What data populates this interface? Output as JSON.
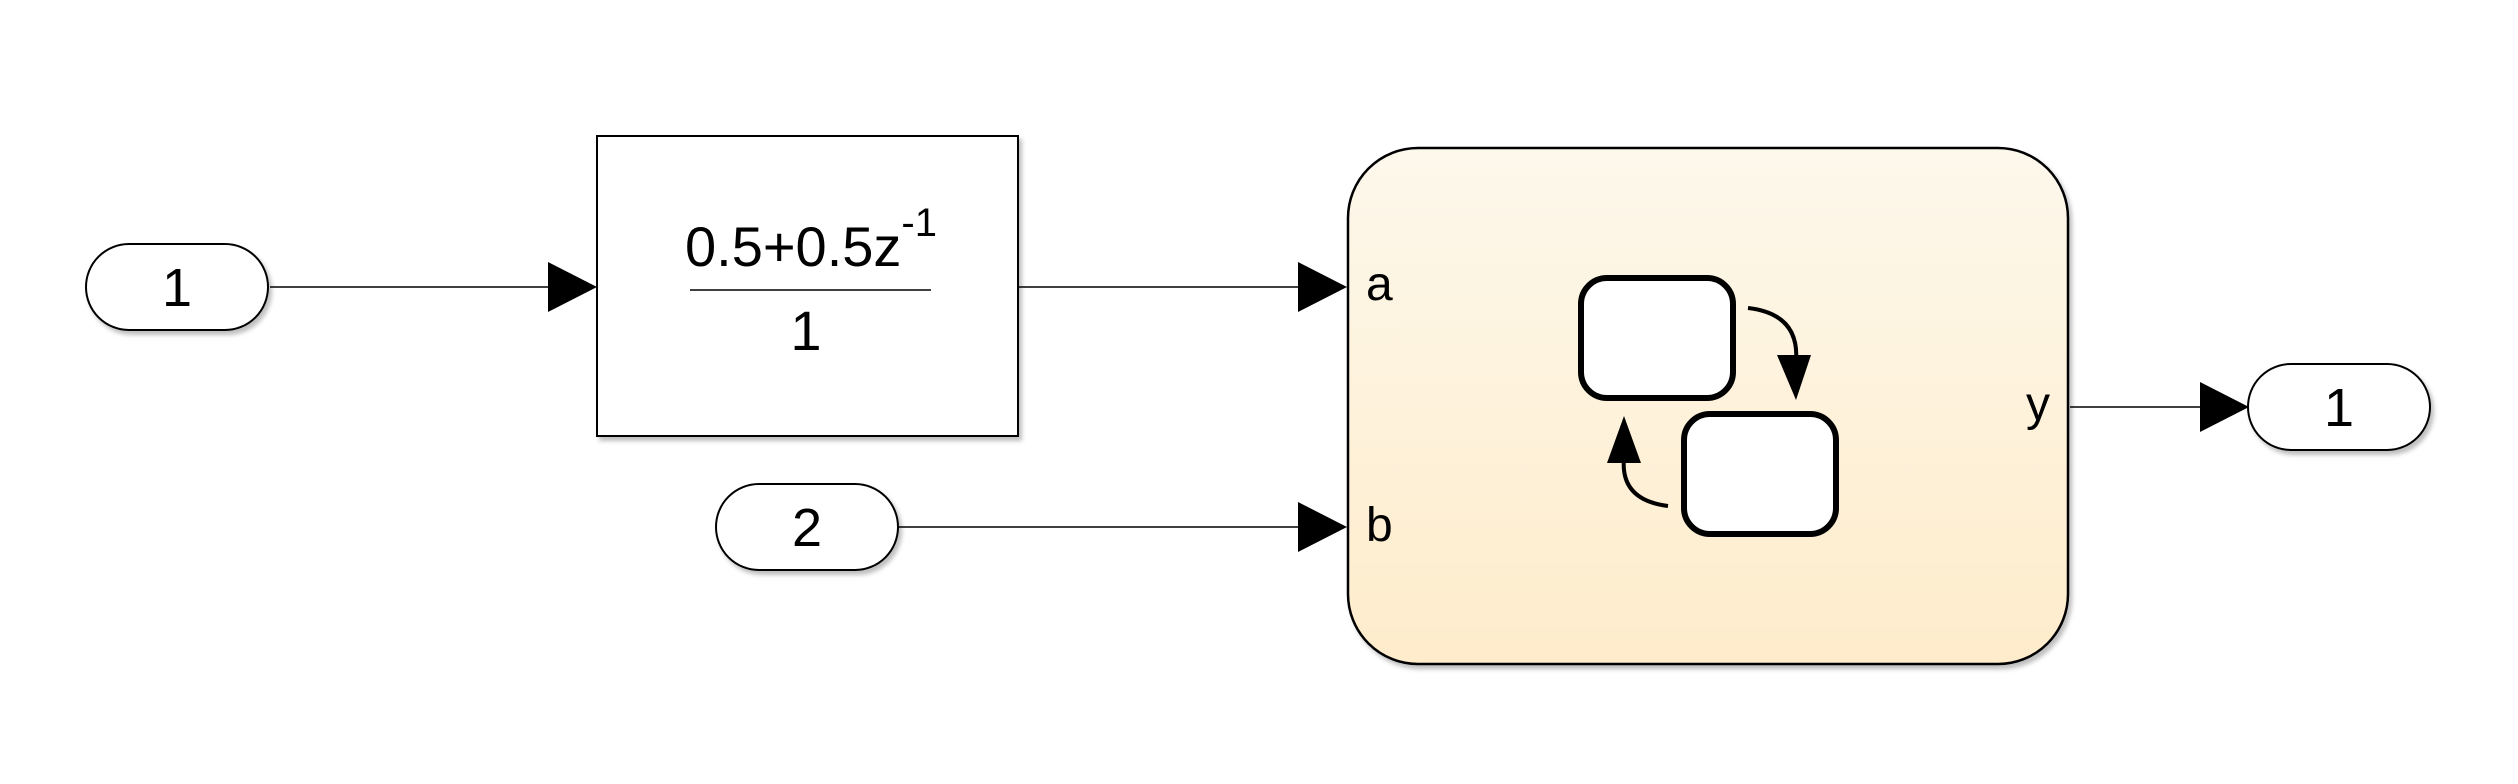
{
  "inports": [
    {
      "number": "1"
    },
    {
      "number": "2"
    }
  ],
  "outports": [
    {
      "number": "1"
    }
  ],
  "transfer_fcn": {
    "numerator": "0.5+0.5z",
    "numerator_exponent": "-1",
    "denominator": "1"
  },
  "chart": {
    "inputs": [
      "a",
      "b"
    ],
    "outputs": [
      "y"
    ],
    "icon": "stateflow-chart-icon",
    "fill_top": "#fdf8ec",
    "fill_bottom": "#feeccb"
  }
}
